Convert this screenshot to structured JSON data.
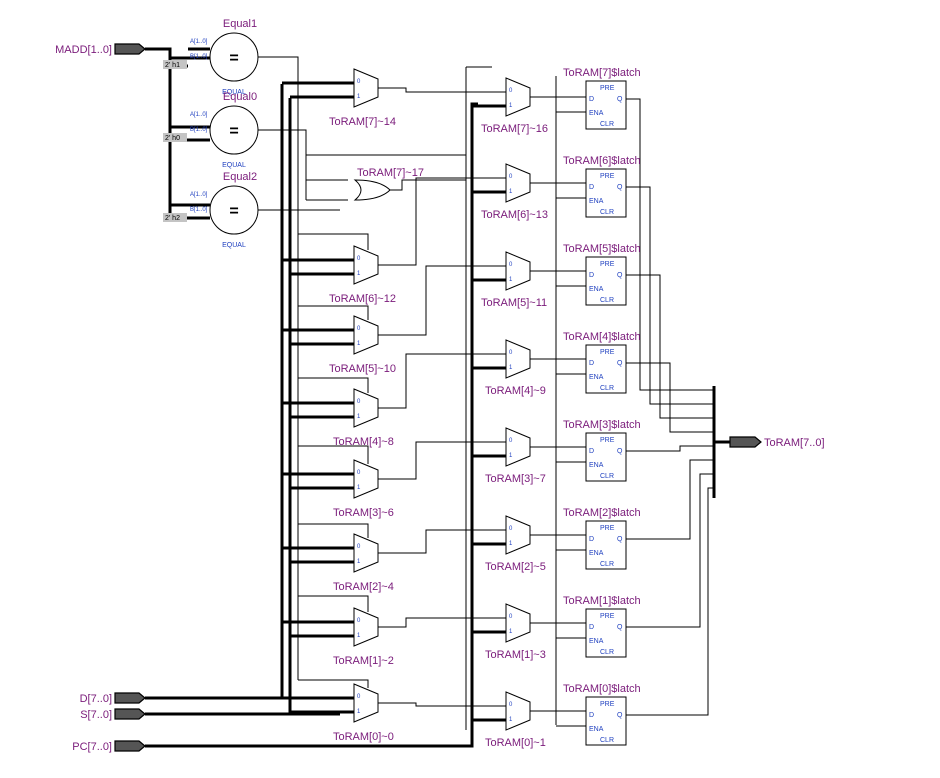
{
  "ports": {
    "madd": "MADD[1..0]",
    "d": "D[7..0]",
    "s": "S[7..0]",
    "pc": "PC[7..0]",
    "out": "ToRAM[7..0]"
  },
  "comparators": [
    {
      "name": "Equal1",
      "const": "2' h1",
      "pin_a": "A[1..0]",
      "pin_b": "B[1..0]",
      "type": "EQUAL",
      "sign": "="
    },
    {
      "name": "Equal0",
      "const": "2' h0",
      "pin_a": "A[1..0]",
      "pin_b": "B[1..0]",
      "type": "EQUAL",
      "sign": "="
    },
    {
      "name": "Equal2",
      "const": "2' h2",
      "pin_a": "A[1..0]",
      "pin_b": "B[1..0]",
      "type": "EQUAL",
      "sign": "="
    }
  ],
  "or_gate": {
    "name": "ToRAM[7]~17"
  },
  "mux_pins": {
    "zero": "0",
    "one": "1"
  },
  "mux_left": [
    "ToRAM[7]~14",
    "ToRAM[6]~12",
    "ToRAM[5]~10",
    "ToRAM[4]~8",
    "ToRAM[3]~6",
    "ToRAM[2]~4",
    "ToRAM[1]~2",
    "ToRAM[0]~0"
  ],
  "mux_right": [
    "ToRAM[7]~16",
    "ToRAM[6]~13",
    "ToRAM[5]~11",
    "ToRAM[4]~9",
    "ToRAM[3]~7",
    "ToRAM[2]~5",
    "ToRAM[1]~3",
    "ToRAM[0]~1"
  ],
  "latches": [
    "ToRAM[7]$latch",
    "ToRAM[6]$latch",
    "ToRAM[5]$latch",
    "ToRAM[4]$latch",
    "ToRAM[3]$latch",
    "ToRAM[2]$latch",
    "ToRAM[1]$latch",
    "ToRAM[0]$latch"
  ],
  "latch_pins": {
    "pre": "PRE",
    "d": "D",
    "q": "Q",
    "ena": "ENA",
    "clr": "CLR"
  }
}
